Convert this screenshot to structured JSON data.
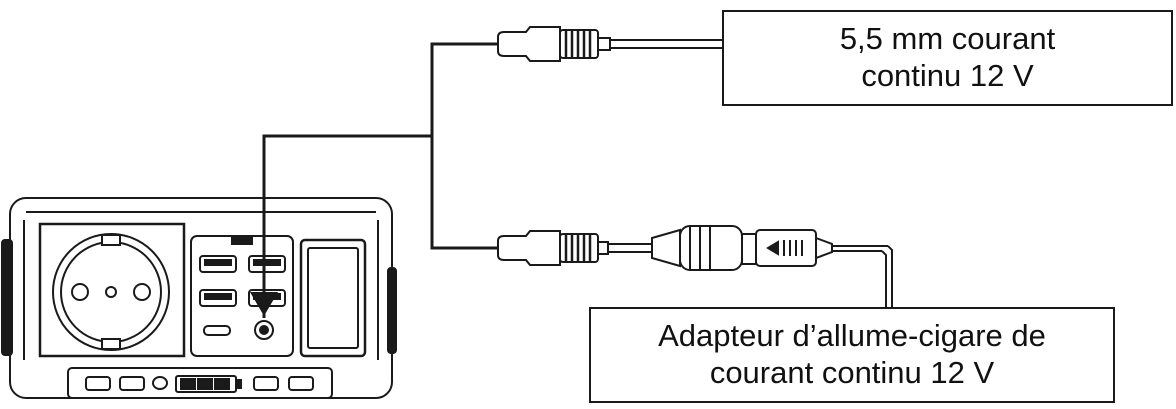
{
  "labels": {
    "dc_input": {
      "line1": "5,5 mm courant",
      "line2": "continu 12 V"
    },
    "cigarette_adapter": {
      "line1": "Adapteur d’allume-cigare de",
      "line2": "courant continu 12 V"
    }
  },
  "colors": {
    "stroke": "#1a1a1a",
    "background": "#ffffff"
  }
}
